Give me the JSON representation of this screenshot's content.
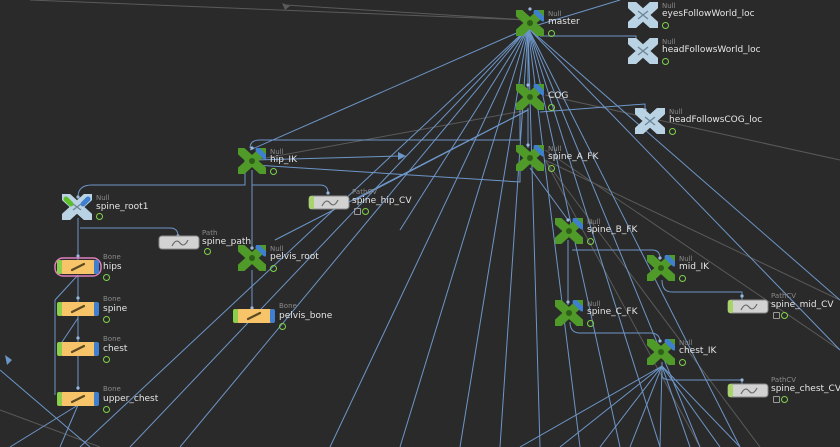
{
  "colors": {
    "background": "#2a2a2a",
    "wire": "#6d96c8",
    "wire_dim": "#5e5e5e",
    "null_green": "#4f9a28",
    "null_blue": "#3f7fcf",
    "bone_fill": "#f7c46a",
    "path_fill": "#cfcfcf",
    "loc_fill": "#b9d3e4",
    "flag_green": "#7fd34a"
  },
  "nodes": {
    "master": {
      "type": "Null",
      "name": "master"
    },
    "cog": {
      "type": "",
      "name": "COG"
    },
    "spine_a_fk": {
      "type": "Null",
      "name": "spine_A_FK"
    },
    "hip_ik": {
      "type": "Null",
      "name": "hip_IK"
    },
    "spine_root1": {
      "type": "Null",
      "name": "spine_root1"
    },
    "spine_hip_cv": {
      "type": "PathCV",
      "name": "spine_hip_CV"
    },
    "spine_path": {
      "type": "Path",
      "name": "spine_path"
    },
    "pelvis_root": {
      "type": "Null",
      "name": "pelvis_root"
    },
    "pelvis_bone": {
      "type": "Bone",
      "name": "pelvis_bone"
    },
    "hips": {
      "type": "Bone",
      "name": "hips"
    },
    "spine": {
      "type": "Bone",
      "name": "spine"
    },
    "chest": {
      "type": "Bone",
      "name": "chest"
    },
    "upper_chest": {
      "type": "Bone",
      "name": "upper_chest"
    },
    "spine_b_fk": {
      "type": "Null",
      "name": "spine_B_FK"
    },
    "mid_ik": {
      "type": "Null",
      "name": "mid_IK"
    },
    "spine_mid_cv": {
      "type": "PathCV",
      "name": "spine_mid_CV"
    },
    "spine_c_fk": {
      "type": "Null",
      "name": "spine_C_FK"
    },
    "chest_ik": {
      "type": "Null",
      "name": "chest_IK"
    },
    "spine_chest_cv": {
      "type": "PathCV",
      "name": "spine_chest_CV"
    },
    "eyes_follow_world_loc": {
      "type": "Null",
      "name": "eyesFollowWorld_loc"
    },
    "head_follows_world_loc": {
      "type": "Null",
      "name": "headFollowsWorld_loc"
    },
    "head_follows_cog_loc": {
      "type": "Null",
      "name": "headFollowsCOG_loc"
    }
  }
}
